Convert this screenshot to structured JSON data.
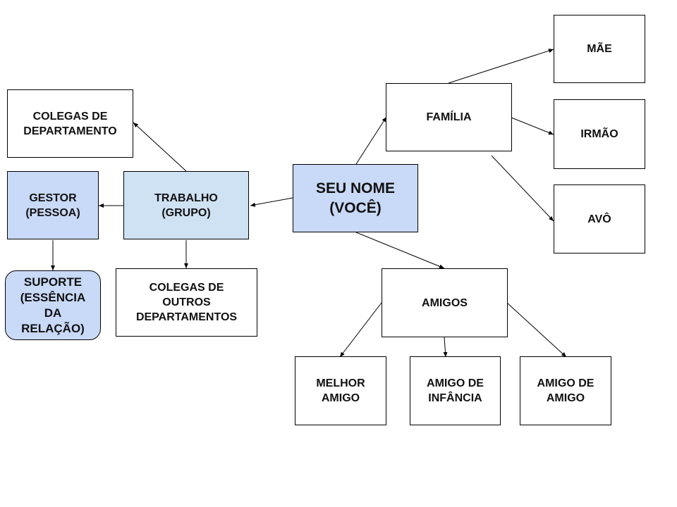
{
  "colors": {
    "center_fill": "#c9daf8",
    "group_fill": "#cfe2f3",
    "default_fill": "#ffffff",
    "stroke": "#000000"
  },
  "nodes": {
    "seu_nome": "SEU NOME\n(VOCÊ)",
    "trabalho": "TRABALHO\n(GRUPO)",
    "gestor": "GESTOR\n(PESSOA)",
    "suporte": "SUPORTE\n(ESSÊNCIA\nDA\nRELAÇÃO)",
    "colegas_departamento": "COLEGAS DE\nDEPARTAMENTO",
    "colegas_outros": "COLEGAS DE\nOUTROS\nDEPARTAMENTOS",
    "familia": "FAMÍLIA",
    "mae": "MÃE",
    "irmao": "IRMÃO",
    "avo": "AVÔ",
    "amigos": "AMIGOS",
    "melhor_amigo": "MELHOR\nAMIGO",
    "amigo_infancia": "AMIGO DE\nINFÂNCIA",
    "amigo_de_amigo": "AMIGO DE\nAMIGO"
  },
  "edges": [
    {
      "from": "seu_nome",
      "to": "trabalho"
    },
    {
      "from": "seu_nome",
      "to": "familia"
    },
    {
      "from": "seu_nome",
      "to": "amigos"
    },
    {
      "from": "trabalho",
      "to": "colegas_departamento"
    },
    {
      "from": "trabalho",
      "to": "gestor"
    },
    {
      "from": "trabalho",
      "to": "colegas_outros"
    },
    {
      "from": "gestor",
      "to": "suporte"
    },
    {
      "from": "familia",
      "to": "mae"
    },
    {
      "from": "familia",
      "to": "irmao"
    },
    {
      "from": "familia",
      "to": "avo"
    },
    {
      "from": "amigos",
      "to": "melhor_amigo"
    },
    {
      "from": "amigos",
      "to": "amigo_infancia"
    },
    {
      "from": "amigos",
      "to": "amigo_de_amigo"
    }
  ]
}
